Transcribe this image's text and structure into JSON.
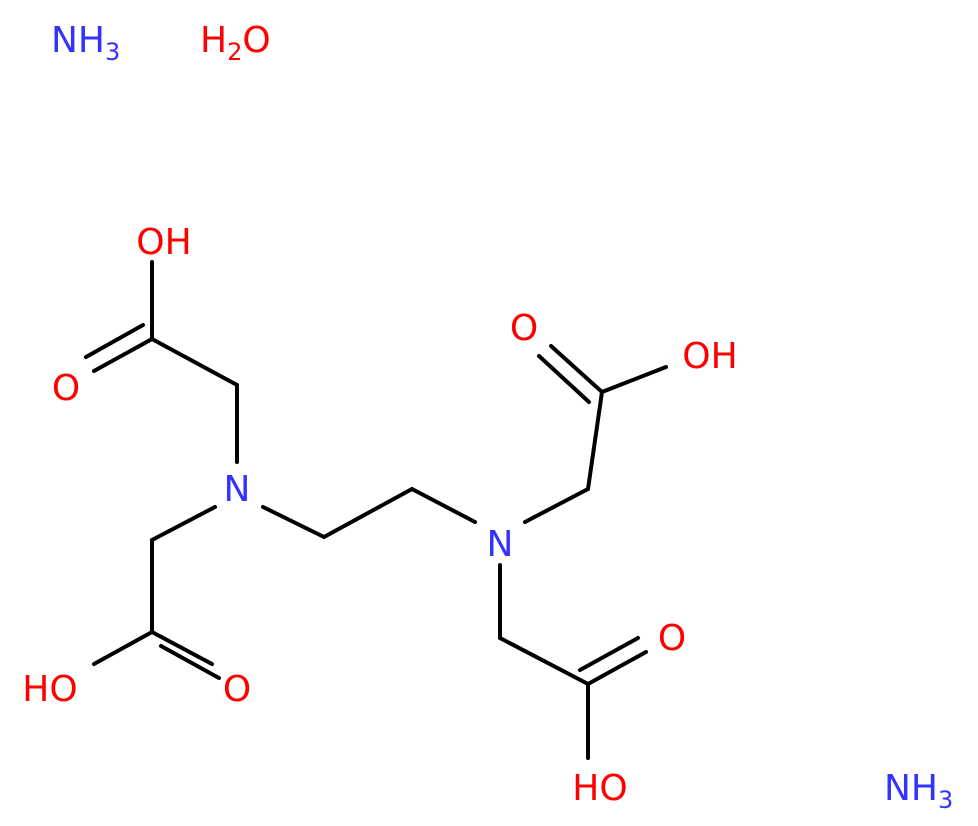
{
  "colors": {
    "bond": "#000000",
    "nitrogen": "#3333ff",
    "oxygen": "#ff0000",
    "background": "#ffffff"
  },
  "salts": [
    {
      "main": "NH",
      "sub": "3",
      "color": "nitrogen"
    },
    {
      "main": "H",
      "sub": "2",
      "tail": "O",
      "color": "oxygen"
    },
    {
      "main": "NH",
      "sub": "3",
      "color": "nitrogen"
    }
  ],
  "atoms": [
    {
      "text": "N",
      "color": "nitrogen"
    },
    {
      "text": "N",
      "color": "nitrogen"
    },
    {
      "text": "OH",
      "color": "oxygen"
    },
    {
      "text": "O",
      "color": "oxygen"
    },
    {
      "text": "HO",
      "color": "oxygen"
    },
    {
      "text": "O",
      "color": "oxygen"
    },
    {
      "text": "O",
      "color": "oxygen"
    },
    {
      "text": "OH",
      "color": "oxygen"
    },
    {
      "text": "O",
      "color": "oxygen"
    },
    {
      "text": "HO",
      "color": "oxygen"
    }
  ]
}
